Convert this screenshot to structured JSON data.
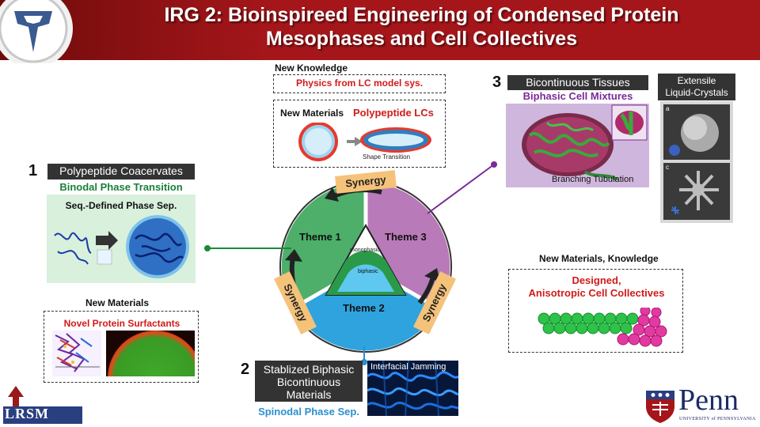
{
  "header": {
    "title_line1": "IRG 2: Bioinspireed Engineering of Condensed Protein",
    "title_line2": "Mesophases and Cell Collectives",
    "colors": {
      "banner": "#a4161a",
      "logo_blue": "#3a5a90"
    }
  },
  "top_center": {
    "new_knowledge_heading": "New Knowledge",
    "new_knowledge_text": "Physics from LC model sys.",
    "new_materials_label": "New Materials",
    "polypeptide_lcs": "Polypeptide LCs",
    "shape_transition": "Shape Transition"
  },
  "section1": {
    "number": "1",
    "title": "Polypeptide Coacervates",
    "subtitle": "Binodal Phase Transition",
    "panel_text": "Seq.-Defined Phase Sep.",
    "new_materials_heading": "New Materials",
    "new_materials_text": "Novel Protein Surfactants"
  },
  "section2": {
    "number": "2",
    "title_line1": "Stablized Biphasic",
    "title_line2": "Bicontinuous",
    "title_line3": "Materials",
    "subtitle": "Spinodal Phase Sep.",
    "image_label": "Interfacial Jamming"
  },
  "section3": {
    "number": "3",
    "title": "Bicontinuous Tissues",
    "subtitle": "Biphasic Cell Mixtures",
    "image_label": "Branching Tubulation",
    "extensile_line1": "Extensile",
    "extensile_line2": "Liquid-Crystals",
    "panel_a": "a",
    "panel_c": "c"
  },
  "right_box": {
    "heading": "New Materials, Knowledge",
    "text_line1": "Designed,",
    "text_line2": "Anisotropic Cell Collectives"
  },
  "diagram": {
    "theme1": "Theme 1",
    "theme2": "Theme 2",
    "theme3": "Theme 3",
    "synergy": "Synergy",
    "monophasic": "monophasic",
    "biphasic": "biphasic",
    "colors": {
      "theme1": "#4daf6a",
      "theme2": "#2ea3dd",
      "theme3": "#b87ab8",
      "synergy": "#f5c27a"
    }
  },
  "footer": {
    "left_logo": "LRSM",
    "penn": "Penn",
    "penn_sub": "UNIVERSITY of PENNSYLVANIA"
  }
}
